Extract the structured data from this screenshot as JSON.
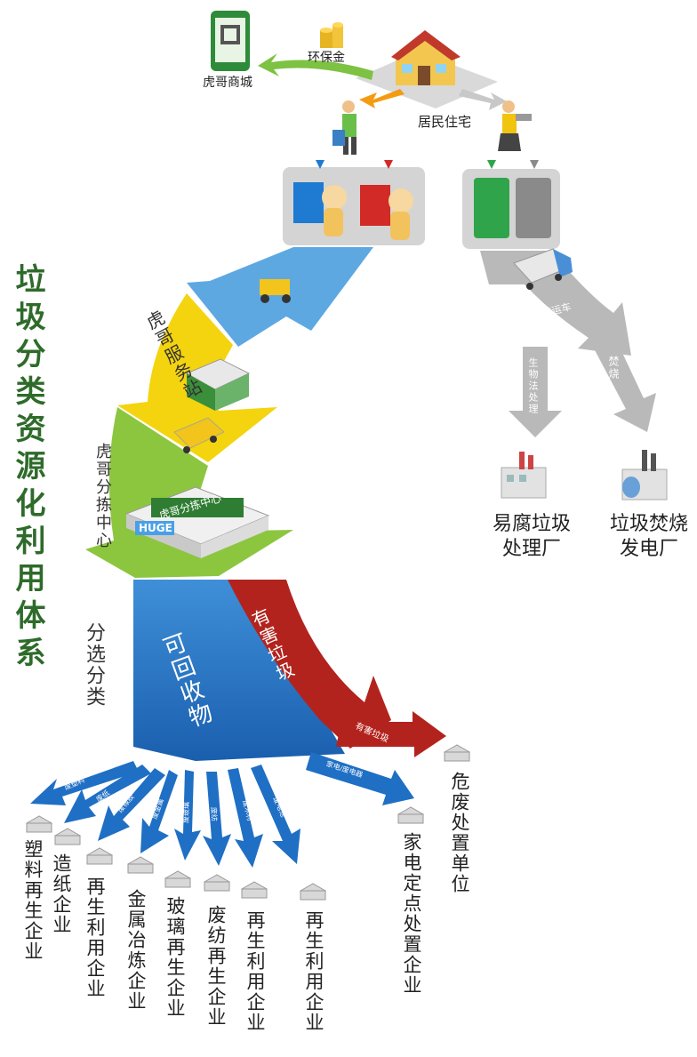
{
  "title": "垃圾分类资源化利用体系",
  "top": {
    "mall": "虎哥商城",
    "deposit": "环保金",
    "residence": "居民住宅"
  },
  "flow": {
    "service_station": "虎哥服务站",
    "sorting_center": "虎哥分拣中心",
    "sorting_center_sign": "虎哥分拣中心",
    "huge_logo": "HUGE",
    "sort_classify": "分选分类",
    "recyclables": "可回收物",
    "hazardous": "有害垃圾",
    "hazardous_arrow": "有害垃圾",
    "appliance_arrow": "家电/废电器",
    "sanitation_truck": "环卫清运车",
    "biological": "生物法处理",
    "incineration": "焚烧"
  },
  "plants": {
    "perishable": "易腐垃圾处理厂",
    "incinerator": "垃圾焚烧发电厂"
  },
  "branches": [
    {
      "arrow": "废塑料",
      "dest": "塑料再生企业"
    },
    {
      "arrow": "废纸",
      "dest": "造纸企业"
    },
    {
      "arrow": "废橡胶",
      "dest": "再生利用企业"
    },
    {
      "arrow": "废金属",
      "dest": "金属冶炼企业"
    },
    {
      "arrow": "废玻璃",
      "dest": "玻璃再生企业"
    },
    {
      "arrow": "废纺",
      "dest": "废纺再生企业"
    },
    {
      "arrow": "废木材",
      "dest": "再生利用企业"
    },
    {
      "arrow": "废电池",
      "dest": "再生利用企业"
    }
  ],
  "appliance_dest": "家电定点处置企业",
  "hazard_dest": "危废处置单位",
  "colors": {
    "blue": "#1f6fc4",
    "light_blue": "#5aa6e0",
    "yellow": "#f2d20c",
    "green": "#8cc63f",
    "red": "#b3231e",
    "gray": "#b5b5b5",
    "title_green": "#2e6b2a"
  }
}
